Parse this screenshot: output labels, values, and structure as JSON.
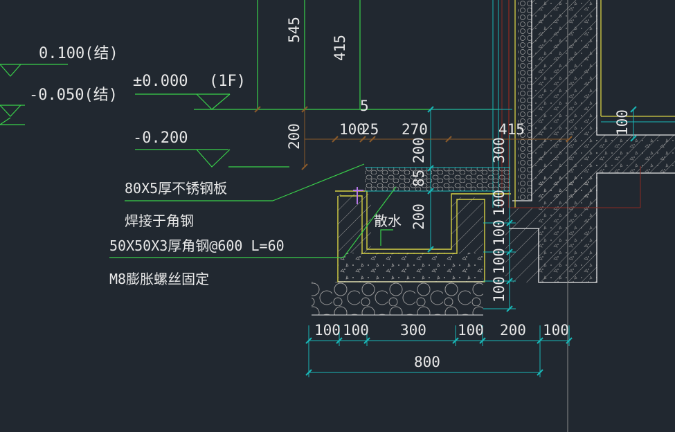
{
  "colors": {
    "background": "#212830",
    "green": "#39d14a",
    "yellow": "#d8d245",
    "cyan": "#19b7b7",
    "white": "#e8e8e8",
    "red_brown": "#8a2a22",
    "grey": "#8c8c8c"
  },
  "elevations": {
    "el_0100": "0.100(结)",
    "el_m0050": "-0.050(结)",
    "el_0000": "±0.000",
    "el_1f": "(1F)",
    "el_m0200": "-0.200"
  },
  "notes": {
    "plate": "80X5厚不锈钢板",
    "weld": "焊接于角钢",
    "angle": "50X50X3厚角钢@600 L=60",
    "bolt": "M8膨胀螺丝固定",
    "drain": "散水"
  },
  "dimensions": {
    "v545": "545",
    "v415": "415",
    "h5": "5",
    "h100": "100",
    "h25": "25",
    "h270": "270",
    "h415": "415",
    "v200_left": "200",
    "v200_mid": "200",
    "v85": "85",
    "v200_chan": "200",
    "v300": "300",
    "v100_a": "100",
    "v100_b": "100",
    "v100_c": "100",
    "v100_d": "100",
    "v100_right": "100",
    "b100_1": "100",
    "b100_2": "100",
    "b300": "300",
    "b100_3": "100",
    "b200": "200",
    "b100_4": "100",
    "total_800": "800"
  }
}
